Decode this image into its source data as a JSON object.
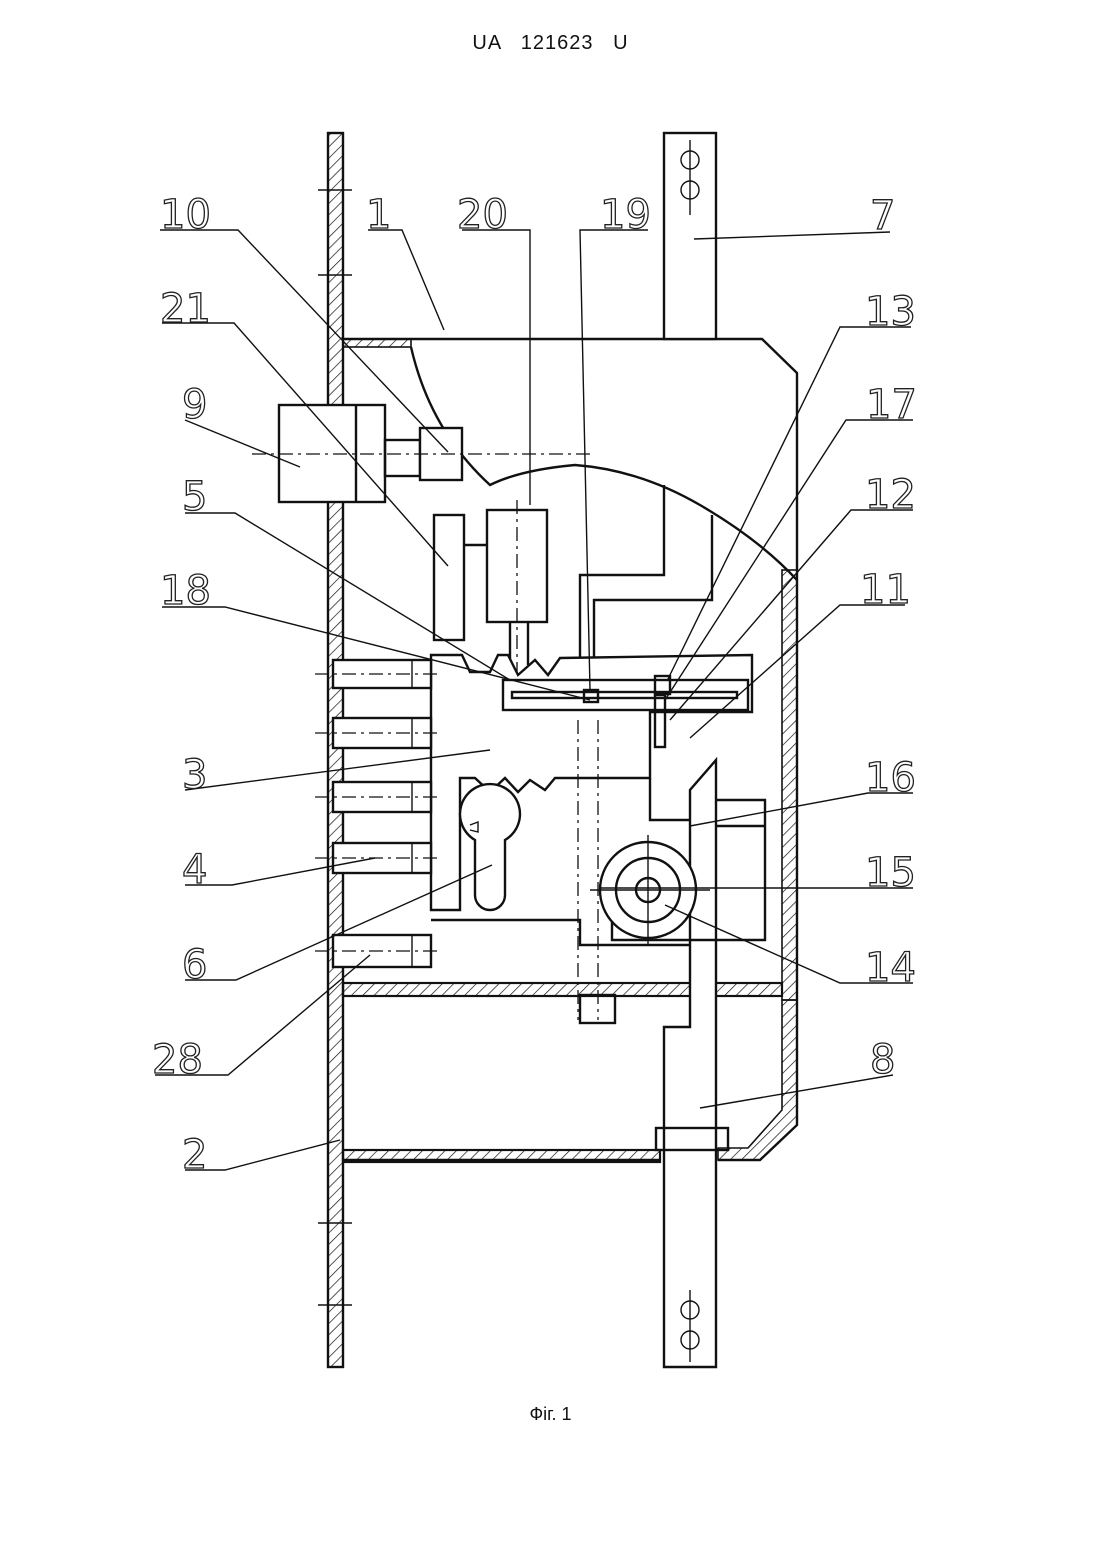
{
  "header": {
    "doc_number": "UA   121623   U"
  },
  "caption": "Фіг. 1",
  "labels": {
    "l1": "1",
    "l2": "2",
    "l3": "3",
    "l4": "4",
    "l5": "5",
    "l6": "6",
    "l7": "7",
    "l8": "8",
    "l9": "9",
    "l10": "10",
    "l11": "11",
    "l12": "12",
    "l13": "13",
    "l14": "14",
    "l15": "15",
    "l16": "16",
    "l17": "17",
    "l18": "18",
    "l19": "19",
    "l20": "20",
    "l21": "21",
    "l28": "28"
  }
}
